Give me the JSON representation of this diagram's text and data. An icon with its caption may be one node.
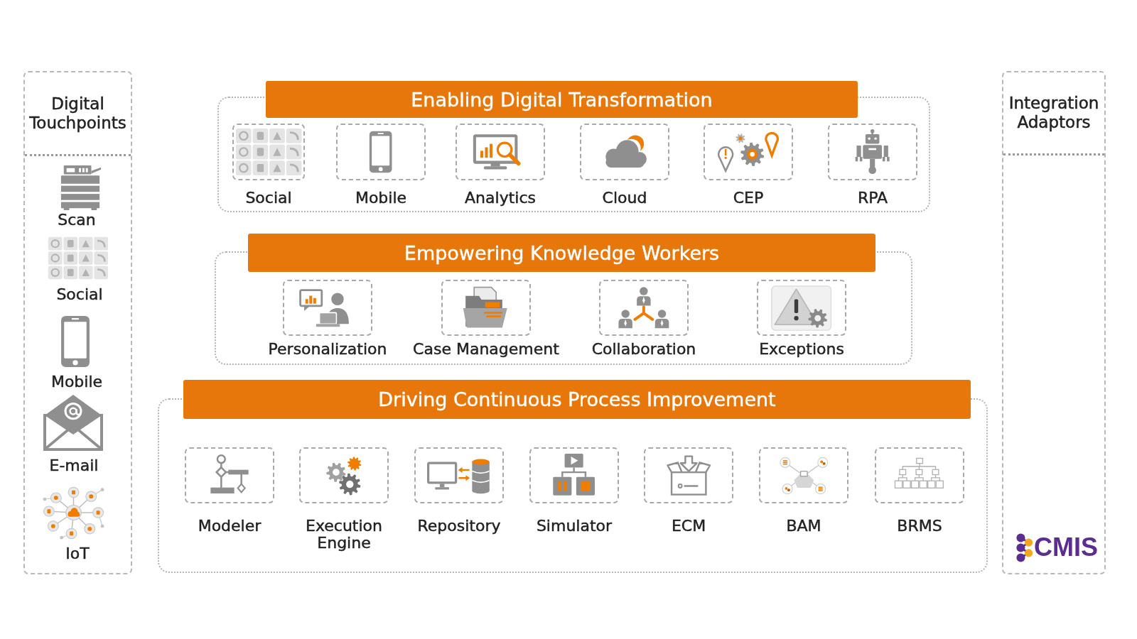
{
  "diagram": {
    "nodes": [
      {
        "text": [
          "Digital Touchpoints"
        ]
      },
      {
        "text": [
          "Enabling Digital Transformation"
        ]
      },
      {
        "text": [
          "Social"
        ],
        "in": 1
      },
      {
        "text": [
          "Mobile"
        ],
        "in": 1
      },
      {
        "text": [
          "Analytics"
        ],
        "in": 1
      },
      {
        "text": [
          "Cloud"
        ],
        "in": 1
      },
      {
        "text": [
          "CEP"
        ],
        "in": 1
      },
      {
        "text": [
          "RPA"
        ],
        "in": 1
      },
      {
        "text": [
          "Empowering Knowledge Workers"
        ]
      },
      {
        "text": [
          "Personalization"
        ],
        "in": 8
      },
      {
        "text": [
          "Case Management"
        ],
        "in": 8
      },
      {
        "text": [
          "Collaboration"
        ],
        "in": 8
      },
      {
        "text": [
          "Exceptions"
        ],
        "in": 8
      },
      {
        "text": [
          "Driving Continuous Process Improvement"
        ]
      },
      {
        "text": [
          "Modeler"
        ],
        "in": 13
      },
      {
        "text": [
          "Execution Engine"
        ],
        "in": 13
      },
      {
        "text": [
          "Repository"
        ],
        "in": 13
      },
      {
        "text": [
          "Simulator"
        ],
        "in": 13
      },
      {
        "text": [
          "ECM"
        ],
        "in": 13
      },
      {
        "text": [
          "BAM"
        ],
        "in": 13
      },
      {
        "text": [
          "BRMS"
        ],
        "in": 13
      },
      {
        "text": [
          "Integration Adaptors"
        ]
      }
    ],
    "labels": [
      "Scan",
      "Social",
      "Mobile",
      "E-mail",
      "IoT",
      "CMIS"
    ]
  }
}
